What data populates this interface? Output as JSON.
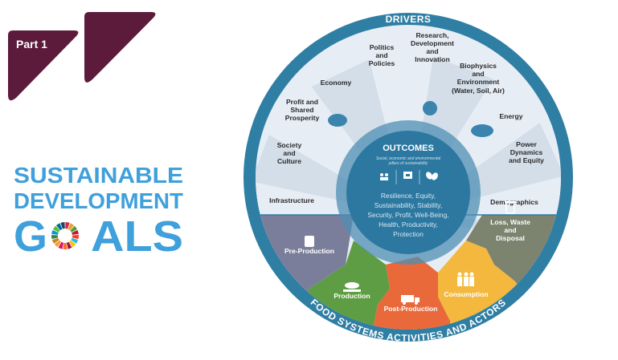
{
  "badge": {
    "label": "Part 1"
  },
  "sdg_logo": {
    "line1": "SUSTAINABLE",
    "line2": "DEVELOPMENT",
    "line3_prefix": "G",
    "line3_suffix": "ALS"
  },
  "diagram": {
    "ring_top": "DRIVERS",
    "ring_bottom": "FOOD SYSTEMS ACTIVITIES AND ACTORS",
    "drivers": [
      {
        "lines": [
          "Infrastructure"
        ]
      },
      {
        "lines": [
          "Society",
          "and",
          "Culture"
        ]
      },
      {
        "lines": [
          "Profit and",
          "Shared",
          "Prosperity"
        ]
      },
      {
        "lines": [
          "Economy"
        ]
      },
      {
        "lines": [
          "Politics",
          "and",
          "Policies"
        ]
      },
      {
        "lines": [
          "Research,",
          "Development",
          "and",
          "Innovation"
        ]
      },
      {
        "lines": [
          "Biophysics",
          "and",
          "Environment"
        ],
        "note": "(Water, Soil, Air)"
      },
      {
        "lines": [
          "Energy"
        ]
      },
      {
        "lines": [
          "Power",
          "Dynamics",
          "and Equity"
        ]
      },
      {
        "lines": [
          "Demographics"
        ]
      }
    ],
    "activities": [
      {
        "lines": [
          "Pre-Production"
        ],
        "color": "#7b7e9a"
      },
      {
        "lines": [
          "Production"
        ],
        "color": "#5f9d44"
      },
      {
        "lines": [
          "Post-Production"
        ],
        "color": "#e9693a"
      },
      {
        "lines": [
          "Consumption"
        ],
        "color": "#f3b83d"
      },
      {
        "lines": [
          "Loss, Waste",
          "and",
          "Disposal"
        ],
        "color": "#7c836f"
      }
    ],
    "outcomes": {
      "title": "OUTCOMES",
      "subtitle": [
        "Social, economic and environmental",
        "pillars of sustainability"
      ],
      "body": [
        "Resilience, Equity,",
        "Sustainability, Stability,",
        "Security, Profit, Well-Being,",
        "Health, Productivity,",
        "Protection"
      ]
    }
  },
  "colors": {
    "ring": "#2f7ea4",
    "outcome": "#2c78a0",
    "badge": "#5c1b3b",
    "sdg": "#3fa0db",
    "wedge_a": "#e7edf5",
    "wedge_b": "#d3dee9"
  }
}
